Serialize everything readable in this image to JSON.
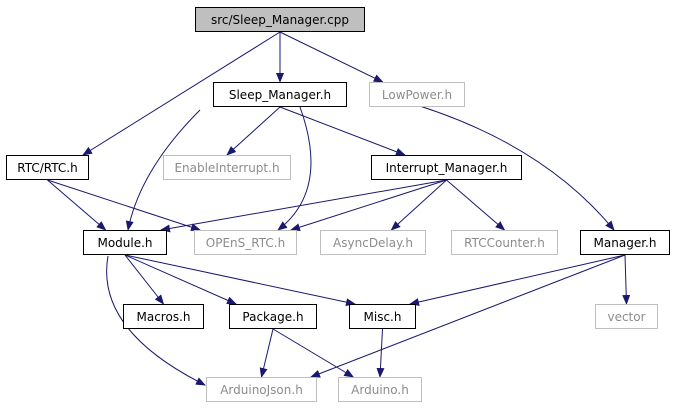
{
  "diagram": {
    "colors": {
      "edge": "#191970",
      "local_border": "#000000",
      "external_border": "#bfbfbf",
      "root_fill": "#bfbfbf"
    },
    "nodes": [
      {
        "id": "sleep_manager_cpp",
        "label": "src/Sleep_Manager.cpp",
        "kind": "root"
      },
      {
        "id": "sleep_manager_h",
        "label": "Sleep_Manager.h",
        "kind": "local"
      },
      {
        "id": "lowpower_h",
        "label": "LowPower.h",
        "kind": "external"
      },
      {
        "id": "rtc_h",
        "label": "RTC/RTC.h",
        "kind": "local"
      },
      {
        "id": "enableinterrupt_h",
        "label": "EnableInterrupt.h",
        "kind": "external"
      },
      {
        "id": "interrupt_manager_h",
        "label": "Interrupt_Manager.h",
        "kind": "local"
      },
      {
        "id": "module_h",
        "label": "Module.h",
        "kind": "local"
      },
      {
        "id": "opens_rtc_h",
        "label": "OPEnS_RTC.h",
        "kind": "external"
      },
      {
        "id": "asyncdelay_h",
        "label": "AsyncDelay.h",
        "kind": "external"
      },
      {
        "id": "rtccounter_h",
        "label": "RTCCounter.h",
        "kind": "external"
      },
      {
        "id": "manager_h",
        "label": "Manager.h",
        "kind": "local"
      },
      {
        "id": "macros_h",
        "label": "Macros.h",
        "kind": "local"
      },
      {
        "id": "package_h",
        "label": "Package.h",
        "kind": "local"
      },
      {
        "id": "misc_h",
        "label": "Misc.h",
        "kind": "local"
      },
      {
        "id": "vector",
        "label": "vector",
        "kind": "external"
      },
      {
        "id": "arduinojson_h",
        "label": "ArduinoJson.h",
        "kind": "external"
      },
      {
        "id": "arduino_h",
        "label": "Arduino.h",
        "kind": "external"
      }
    ],
    "edges": [
      {
        "from": "sleep_manager_cpp",
        "to": "sleep_manager_h"
      },
      {
        "from": "sleep_manager_cpp",
        "to": "lowpower_h"
      },
      {
        "from": "sleep_manager_cpp",
        "to": "rtc_h"
      },
      {
        "from": "sleep_manager_h",
        "to": "enableinterrupt_h"
      },
      {
        "from": "sleep_manager_h",
        "to": "module_h"
      },
      {
        "from": "sleep_manager_h",
        "to": "opens_rtc_h"
      },
      {
        "from": "sleep_manager_h",
        "to": "interrupt_manager_h"
      },
      {
        "from": "sleep_manager_h",
        "to": "manager_h"
      },
      {
        "from": "rtc_h",
        "to": "module_h"
      },
      {
        "from": "rtc_h",
        "to": "opens_rtc_h"
      },
      {
        "from": "interrupt_manager_h",
        "to": "module_h"
      },
      {
        "from": "interrupt_manager_h",
        "to": "opens_rtc_h"
      },
      {
        "from": "interrupt_manager_h",
        "to": "asyncdelay_h"
      },
      {
        "from": "interrupt_manager_h",
        "to": "rtccounter_h"
      },
      {
        "from": "module_h",
        "to": "macros_h"
      },
      {
        "from": "module_h",
        "to": "package_h"
      },
      {
        "from": "module_h",
        "to": "misc_h"
      },
      {
        "from": "module_h",
        "to": "arduinojson_h"
      },
      {
        "from": "manager_h",
        "to": "misc_h"
      },
      {
        "from": "manager_h",
        "to": "vector"
      },
      {
        "from": "manager_h",
        "to": "arduinojson_h"
      },
      {
        "from": "package_h",
        "to": "arduinojson_h"
      },
      {
        "from": "package_h",
        "to": "arduino_h"
      },
      {
        "from": "misc_h",
        "to": "arduino_h"
      }
    ]
  }
}
